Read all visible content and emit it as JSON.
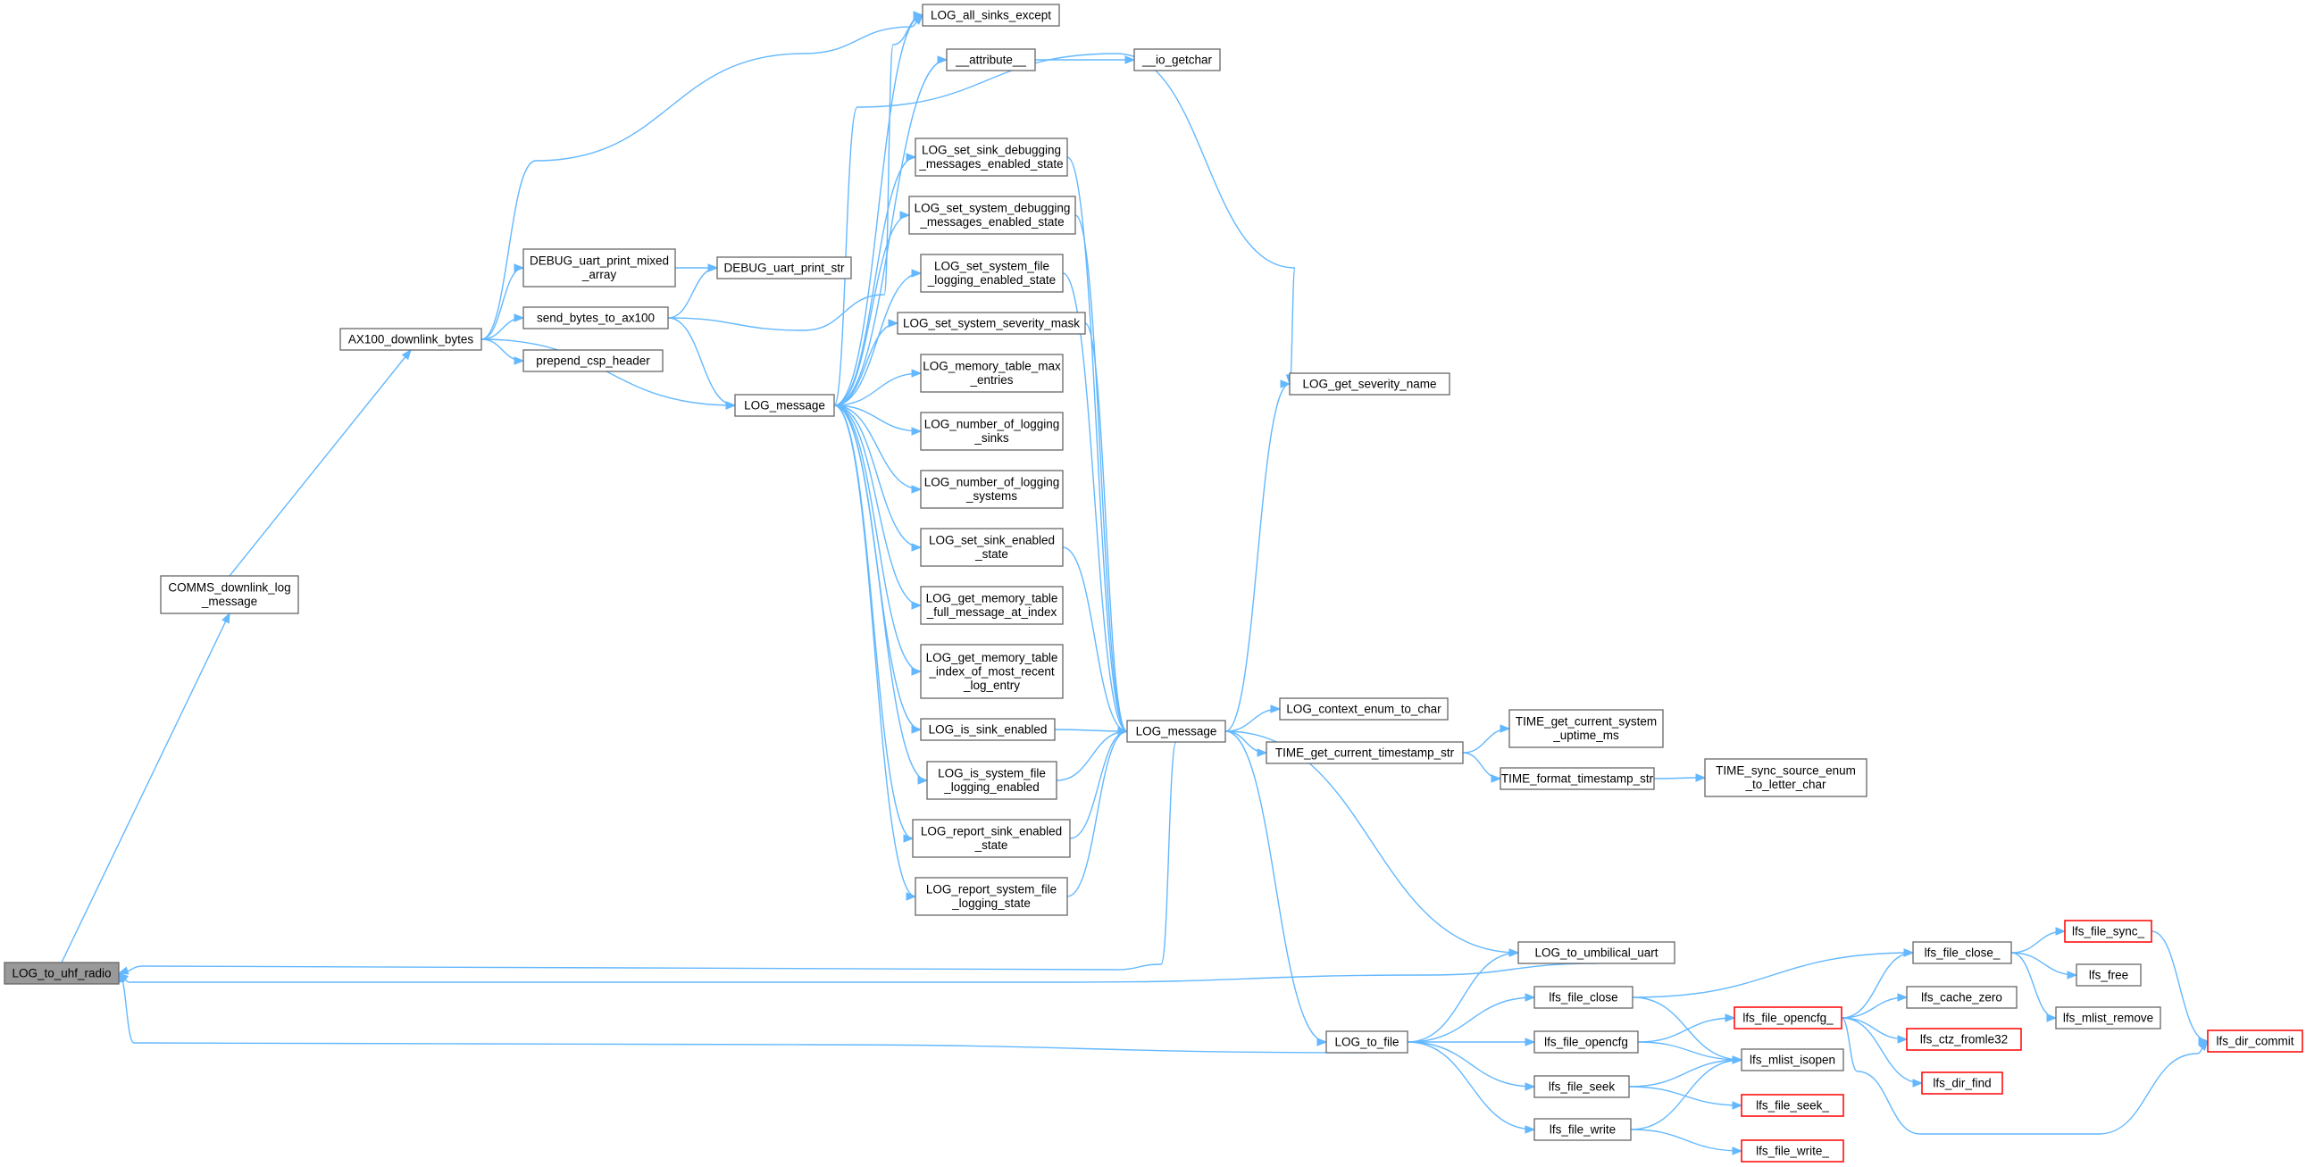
{
  "graph": {
    "type": "doxygen-call-graph",
    "root": "LOG_to_uhf_radio",
    "edge_color": "#63b8ff",
    "node_border_color": "#666666",
    "root_fill_color": "#999999",
    "truncated_border_color": "#ff0000",
    "nodes": [
      {
        "id": "uhf",
        "lines": [
          "LOG_to_uhf_radio"
        ],
        "root": true
      },
      {
        "id": "comms",
        "lines": [
          "COMMS_downlink_log",
          "_message"
        ]
      },
      {
        "id": "ax100",
        "lines": [
          "AX100_downlink_bytes"
        ]
      },
      {
        "id": "dbgmix",
        "lines": [
          "DEBUG_uart_print_mixed",
          "_array"
        ]
      },
      {
        "id": "dbgstr",
        "lines": [
          "DEBUG_uart_print_str"
        ]
      },
      {
        "id": "sendax",
        "lines": [
          "send_bytes_to_ax100"
        ]
      },
      {
        "id": "prepend",
        "lines": [
          "prepend_csp_header"
        ]
      },
      {
        "id": "logmsg1",
        "lines": [
          "LOG_message"
        ]
      },
      {
        "id": "allsinks",
        "lines": [
          "LOG_all_sinks_except"
        ]
      },
      {
        "id": "attr",
        "lines": [
          "__attribute__"
        ]
      },
      {
        "id": "getchar",
        "lines": [
          "__io_getchar"
        ]
      },
      {
        "id": "setsinkdbg",
        "lines": [
          "LOG_set_sink_debugging",
          "_messages_enabled_state"
        ]
      },
      {
        "id": "setsysdbg",
        "lines": [
          "LOG_set_system_debugging",
          "_messages_enabled_state"
        ]
      },
      {
        "id": "setsysfile",
        "lines": [
          "LOG_set_system_file",
          "_logging_enabled_state"
        ]
      },
      {
        "id": "setsev",
        "lines": [
          "LOG_set_system_severity_mask"
        ]
      },
      {
        "id": "memmax",
        "lines": [
          "LOG_memory_table_max",
          "_entries"
        ]
      },
      {
        "id": "numsinks",
        "lines": [
          "LOG_number_of_logging",
          "_sinks"
        ]
      },
      {
        "id": "numsys",
        "lines": [
          "LOG_number_of_logging",
          "_systems"
        ]
      },
      {
        "id": "setsinken",
        "lines": [
          "LOG_set_sink_enabled",
          "_state"
        ]
      },
      {
        "id": "getmemfull",
        "lines": [
          "LOG_get_memory_table",
          "_full_message_at_index"
        ]
      },
      {
        "id": "getmemidx",
        "lines": [
          "LOG_get_memory_table",
          "_index_of_most_recent",
          "_log_entry"
        ]
      },
      {
        "id": "issink",
        "lines": [
          "LOG_is_sink_enabled"
        ]
      },
      {
        "id": "issysfile",
        "lines": [
          "LOG_is_system_file",
          "_logging_enabled"
        ]
      },
      {
        "id": "repsink",
        "lines": [
          "LOG_report_sink_enabled",
          "_state"
        ]
      },
      {
        "id": "repsysfile",
        "lines": [
          "LOG_report_system_file",
          "_logging_state"
        ]
      },
      {
        "id": "logmsg2",
        "lines": [
          "LOG_message"
        ]
      },
      {
        "id": "sevname",
        "lines": [
          "LOG_get_severity_name"
        ]
      },
      {
        "id": "ctxchar",
        "lines": [
          "LOG_context_enum_to_char"
        ]
      },
      {
        "id": "curts",
        "lines": [
          "TIME_get_current_timestamp_str"
        ]
      },
      {
        "id": "uptime",
        "lines": [
          "TIME_get_current_system",
          "_uptime_ms"
        ]
      },
      {
        "id": "fmtts",
        "lines": [
          "TIME_format_timestamp_str"
        ]
      },
      {
        "id": "syncsrc",
        "lines": [
          "TIME_sync_source_enum",
          "_to_letter_char"
        ]
      },
      {
        "id": "umbil",
        "lines": [
          "LOG_to_umbilical_uart"
        ]
      },
      {
        "id": "tofile",
        "lines": [
          "LOG_to_file"
        ]
      },
      {
        "id": "fclose",
        "lines": [
          "lfs_file_close"
        ]
      },
      {
        "id": "fopencfg",
        "lines": [
          "lfs_file_opencfg"
        ]
      },
      {
        "id": "fseek",
        "lines": [
          "lfs_file_seek"
        ]
      },
      {
        "id": "fwrite",
        "lines": [
          "lfs_file_write"
        ]
      },
      {
        "id": "fopencfg_",
        "lines": [
          "lfs_file_opencfg_"
        ],
        "truncated": true
      },
      {
        "id": "mlistopen",
        "lines": [
          "lfs_mlist_isopen"
        ]
      },
      {
        "id": "fseek_",
        "lines": [
          "lfs_file_seek_"
        ],
        "truncated": true
      },
      {
        "id": "fwrite_",
        "lines": [
          "lfs_file_write_"
        ],
        "truncated": true
      },
      {
        "id": "fclose_",
        "lines": [
          "lfs_file_close_"
        ]
      },
      {
        "id": "cachezero",
        "lines": [
          "lfs_cache_zero"
        ]
      },
      {
        "id": "ctz",
        "lines": [
          "lfs_ctz_fromle32"
        ],
        "truncated": true
      },
      {
        "id": "dirfind",
        "lines": [
          "lfs_dir_find"
        ],
        "truncated": true
      },
      {
        "id": "fsync",
        "lines": [
          "lfs_file_sync_"
        ],
        "truncated": true
      },
      {
        "id": "free",
        "lines": [
          "lfs_free"
        ]
      },
      {
        "id": "mlistrm",
        "lines": [
          "lfs_mlist_remove"
        ]
      },
      {
        "id": "dircommit",
        "lines": [
          "lfs_dir_commit"
        ],
        "truncated": true
      }
    ],
    "edges": [
      [
        "uhf",
        "comms"
      ],
      [
        "comms",
        "ax100"
      ],
      [
        "ax100",
        "allsinks"
      ],
      [
        "ax100",
        "dbgmix"
      ],
      [
        "ax100",
        "sendax"
      ],
      [
        "ax100",
        "prepend"
      ],
      [
        "ax100",
        "logmsg1"
      ],
      [
        "dbgmix",
        "dbgstr"
      ],
      [
        "sendax",
        "dbgstr"
      ],
      [
        "sendax",
        "allsinks"
      ],
      [
        "sendax",
        "logmsg1"
      ],
      [
        "logmsg1",
        "allsinks"
      ],
      [
        "logmsg1",
        "attr"
      ],
      [
        "attr",
        "getchar"
      ],
      [
        "logmsg1",
        "sevname"
      ],
      [
        "logmsg1",
        "setsinkdbg"
      ],
      [
        "logmsg1",
        "setsysdbg"
      ],
      [
        "logmsg1",
        "setsysfile"
      ],
      [
        "logmsg1",
        "setsev"
      ],
      [
        "logmsg1",
        "memmax"
      ],
      [
        "logmsg1",
        "numsinks"
      ],
      [
        "logmsg1",
        "numsys"
      ],
      [
        "logmsg1",
        "setsinken"
      ],
      [
        "logmsg1",
        "getmemfull"
      ],
      [
        "logmsg1",
        "getmemidx"
      ],
      [
        "logmsg1",
        "issink"
      ],
      [
        "logmsg1",
        "issysfile"
      ],
      [
        "logmsg1",
        "repsink"
      ],
      [
        "logmsg1",
        "repsysfile"
      ],
      [
        "setsinkdbg",
        "logmsg2"
      ],
      [
        "setsysdbg",
        "logmsg2"
      ],
      [
        "setsysfile",
        "logmsg2"
      ],
      [
        "setsev",
        "logmsg2"
      ],
      [
        "setsinken",
        "logmsg2"
      ],
      [
        "issink",
        "logmsg2"
      ],
      [
        "issysfile",
        "logmsg2"
      ],
      [
        "repsink",
        "logmsg2"
      ],
      [
        "repsysfile",
        "logmsg2"
      ],
      [
        "logmsg2",
        "sevname"
      ],
      [
        "logmsg2",
        "ctxchar"
      ],
      [
        "logmsg2",
        "curts"
      ],
      [
        "curts",
        "uptime"
      ],
      [
        "curts",
        "fmtts"
      ],
      [
        "fmtts",
        "syncsrc"
      ],
      [
        "logmsg2",
        "umbil"
      ],
      [
        "logmsg2",
        "tofile"
      ],
      [
        "logmsg2",
        "uhf"
      ],
      [
        "umbil",
        "uhf"
      ],
      [
        "tofile",
        "uhf"
      ],
      [
        "tofile",
        "umbil"
      ],
      [
        "tofile",
        "fclose"
      ],
      [
        "tofile",
        "fopencfg"
      ],
      [
        "tofile",
        "fseek"
      ],
      [
        "tofile",
        "fwrite"
      ],
      [
        "fclose",
        "fclose_"
      ],
      [
        "fclose",
        "mlistopen"
      ],
      [
        "fopencfg",
        "fopencfg_"
      ],
      [
        "fopencfg",
        "mlistopen"
      ],
      [
        "fseek",
        "mlistopen"
      ],
      [
        "fseek",
        "fseek_"
      ],
      [
        "fwrite",
        "mlistopen"
      ],
      [
        "fwrite",
        "fwrite_"
      ],
      [
        "fopencfg_",
        "fclose_"
      ],
      [
        "fopencfg_",
        "cachezero"
      ],
      [
        "fopencfg_",
        "ctz"
      ],
      [
        "fopencfg_",
        "dirfind"
      ],
      [
        "fopencfg_",
        "dircommit"
      ],
      [
        "fclose_",
        "fsync"
      ],
      [
        "fclose_",
        "free"
      ],
      [
        "fclose_",
        "mlistrm"
      ],
      [
        "fsync",
        "dircommit"
      ]
    ]
  }
}
